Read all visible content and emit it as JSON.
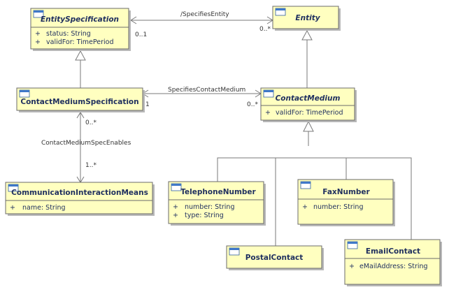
{
  "classes": {
    "entity_specification": {
      "name": "EntitySpecification",
      "attributes": [
        {
          "visibility": "+",
          "text": "status: String"
        },
        {
          "visibility": "+",
          "text": "validFor: TimePeriod"
        }
      ]
    },
    "entity": {
      "name": "Entity",
      "attributes": []
    },
    "contact_medium_specification": {
      "name": "ContactMediumSpecification",
      "attributes": []
    },
    "contact_medium": {
      "name": "ContactMedium",
      "attributes": [
        {
          "visibility": "+",
          "text": "validFor: TimePeriod"
        }
      ]
    },
    "communication_interaction_means": {
      "name": "CommunicationInteractionMeans",
      "attributes": [
        {
          "visibility": "+",
          "text": "name: String"
        }
      ]
    },
    "telephone_number": {
      "name": "TelephoneNumber",
      "attributes": [
        {
          "visibility": "+",
          "text": "number: String"
        },
        {
          "visibility": "+",
          "text": "type: String"
        }
      ]
    },
    "fax_number": {
      "name": "FaxNumber",
      "attributes": [
        {
          "visibility": "+",
          "text": "number: String"
        }
      ]
    },
    "postal_contact": {
      "name": "PostalContact",
      "attributes": []
    },
    "email_contact": {
      "name": "EmailContact",
      "attributes": [
        {
          "visibility": "+",
          "text": "eMailAddress: String"
        }
      ]
    }
  },
  "associations": {
    "specifies_entity": {
      "label": "/SpecifiesEntity",
      "source_mult": "0..1",
      "target_mult": "0..*"
    },
    "specifies_contact_medium": {
      "label": "SpecifiesContactMedium",
      "source_mult": "1",
      "target_mult": "0..*"
    },
    "contact_medium_spec_enables": {
      "label": "ContactMediumSpecEnables",
      "source_mult": "0..*",
      "target_mult": "1..*"
    }
  }
}
